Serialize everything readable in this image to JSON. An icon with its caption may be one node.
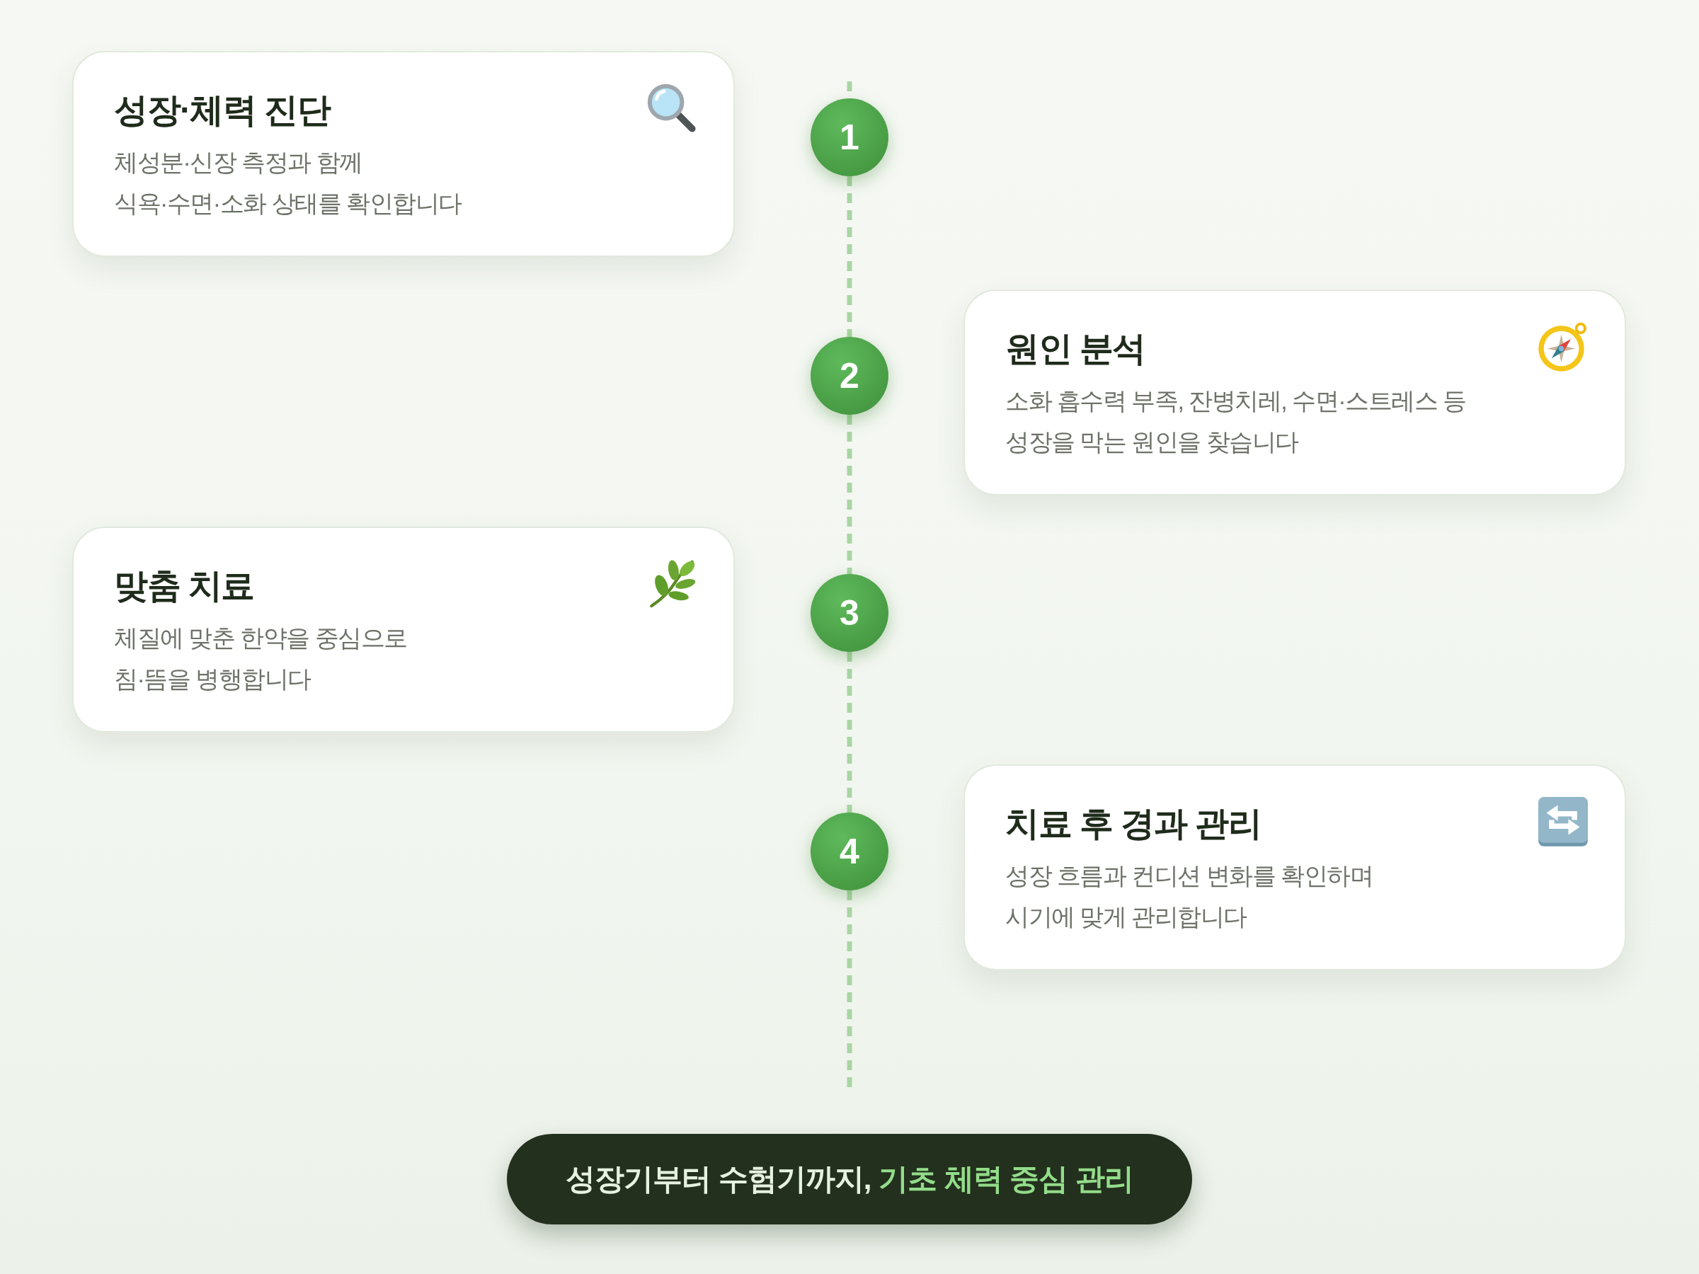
{
  "diagram": {
    "nodes": [
      {
        "text": [
          "성장·체력 진단",
          "체성분·신장 측정과 함께 식욕·수면·소화 상태를 확인합니다"
        ]
      },
      {
        "text": [
          "1"
        ]
      },
      {
        "text": [
          "원인 분석",
          "소화 흡수력 부족, 잔병치레, 수면·스트레스 등 성장을 막는 원인을 찾습니다"
        ]
      },
      {
        "text": [
          "2"
        ]
      },
      {
        "text": [
          "맞춤 치료",
          "체질에 맞춘 한약을 중심으로 침·뜸을 병행합니다"
        ]
      },
      {
        "text": [
          "3"
        ]
      },
      {
        "text": [
          "치료 후 경과 관리",
          "성장 흐름과 컨디션 변화를 확인하며 시기에 맞게 관리합니다"
        ]
      },
      {
        "text": [
          "4"
        ]
      },
      {
        "text": [
          "성장기부터 수험기까지, **기초 체력 중심 관리**"
        ]
      }
    ],
    "edges": [
      {
        "from": null,
        "to": 1,
        "arrow": "none",
        "style": "dashed"
      },
      {
        "from": 1,
        "to": 3,
        "arrow": "none",
        "style": "dashed"
      },
      {
        "from": 3,
        "to": 5,
        "arrow": "none",
        "style": "dashed"
      },
      {
        "from": 5,
        "to": 7,
        "arrow": "none",
        "style": "dashed"
      },
      {
        "from": 7,
        "to": null,
        "arrow": "none",
        "style": "dashed"
      }
    ]
  }
}
